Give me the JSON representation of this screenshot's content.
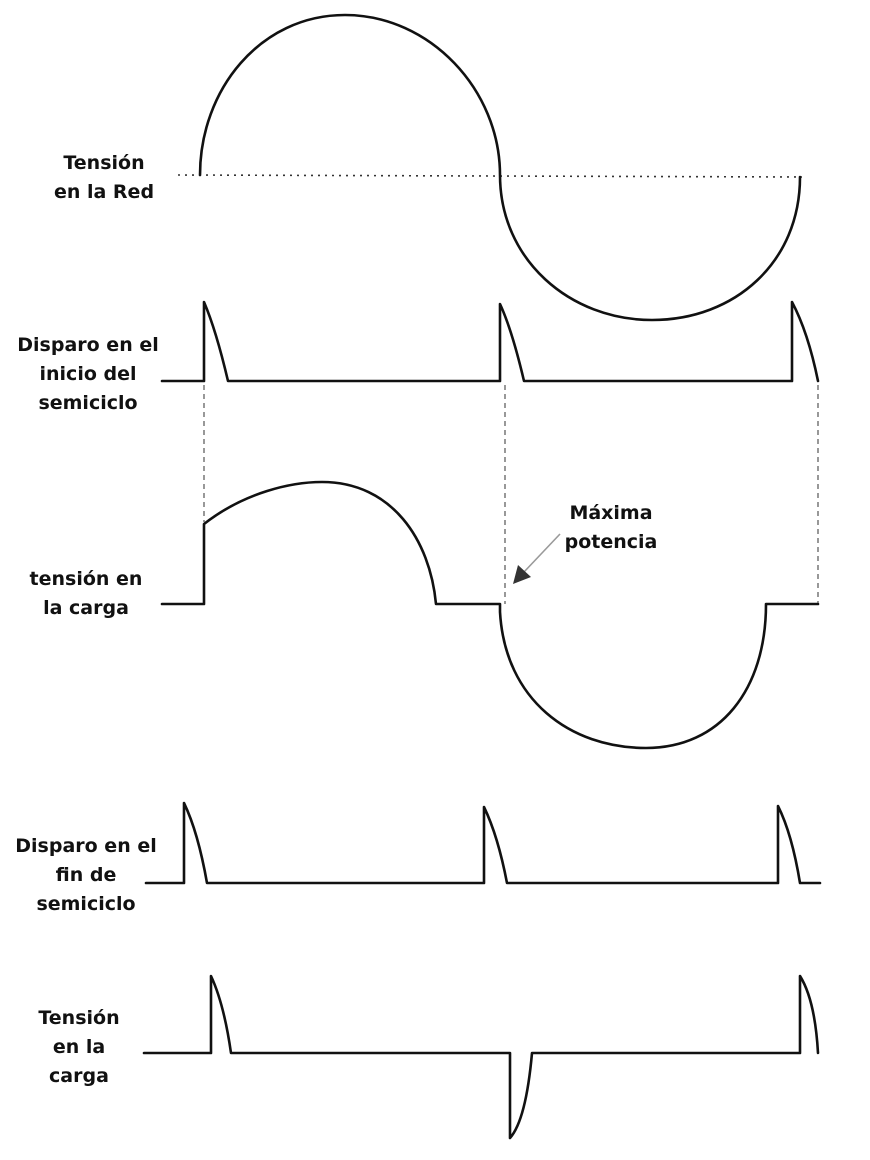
{
  "labels": {
    "mains": [
      "Tensión",
      "en la Red"
    ],
    "trigger_start": [
      "Disparo en el",
      "inicio del",
      "semiciclo"
    ],
    "load_start": [
      "tensión en",
      "la carga"
    ],
    "max_power": [
      "Máxima",
      "potencia"
    ],
    "trigger_end": [
      "Disparo en el",
      "fin de",
      "semiciclo"
    ],
    "load_end": [
      "Tensión",
      "en la",
      "carga"
    ]
  },
  "colors": {
    "ink": "#111111",
    "grey": "#6e6e6e",
    "background": "#ffffff"
  }
}
